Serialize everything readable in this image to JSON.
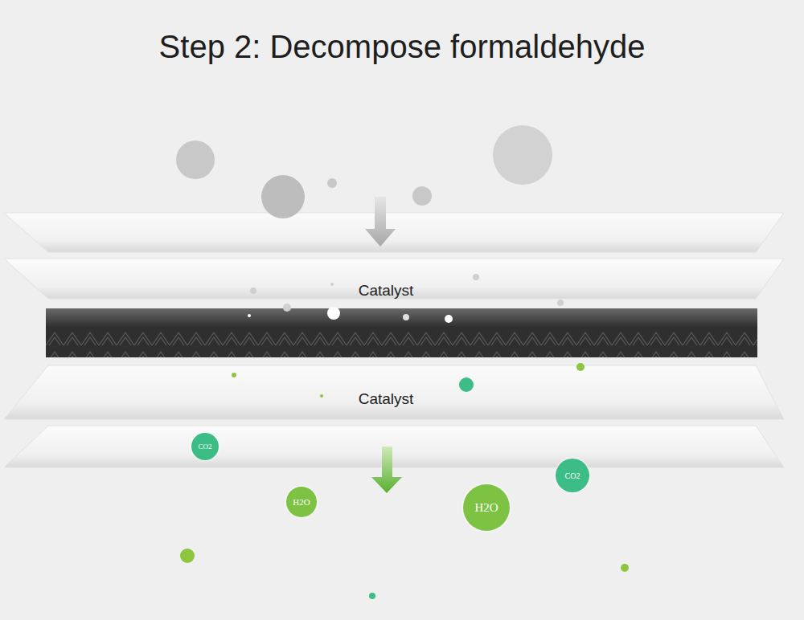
{
  "diagram": {
    "title": "Step 2: Decompose formaldehyde",
    "nodes": [
      {
        "text": [
          "CO2"
        ]
      },
      {
        "text": [
          "CO2"
        ]
      },
      {
        "text": [
          "H2O"
        ]
      },
      {
        "text": [
          "H2O"
        ]
      }
    ],
    "labels": [
      "Catalyst",
      "Catalyst"
    ]
  }
}
